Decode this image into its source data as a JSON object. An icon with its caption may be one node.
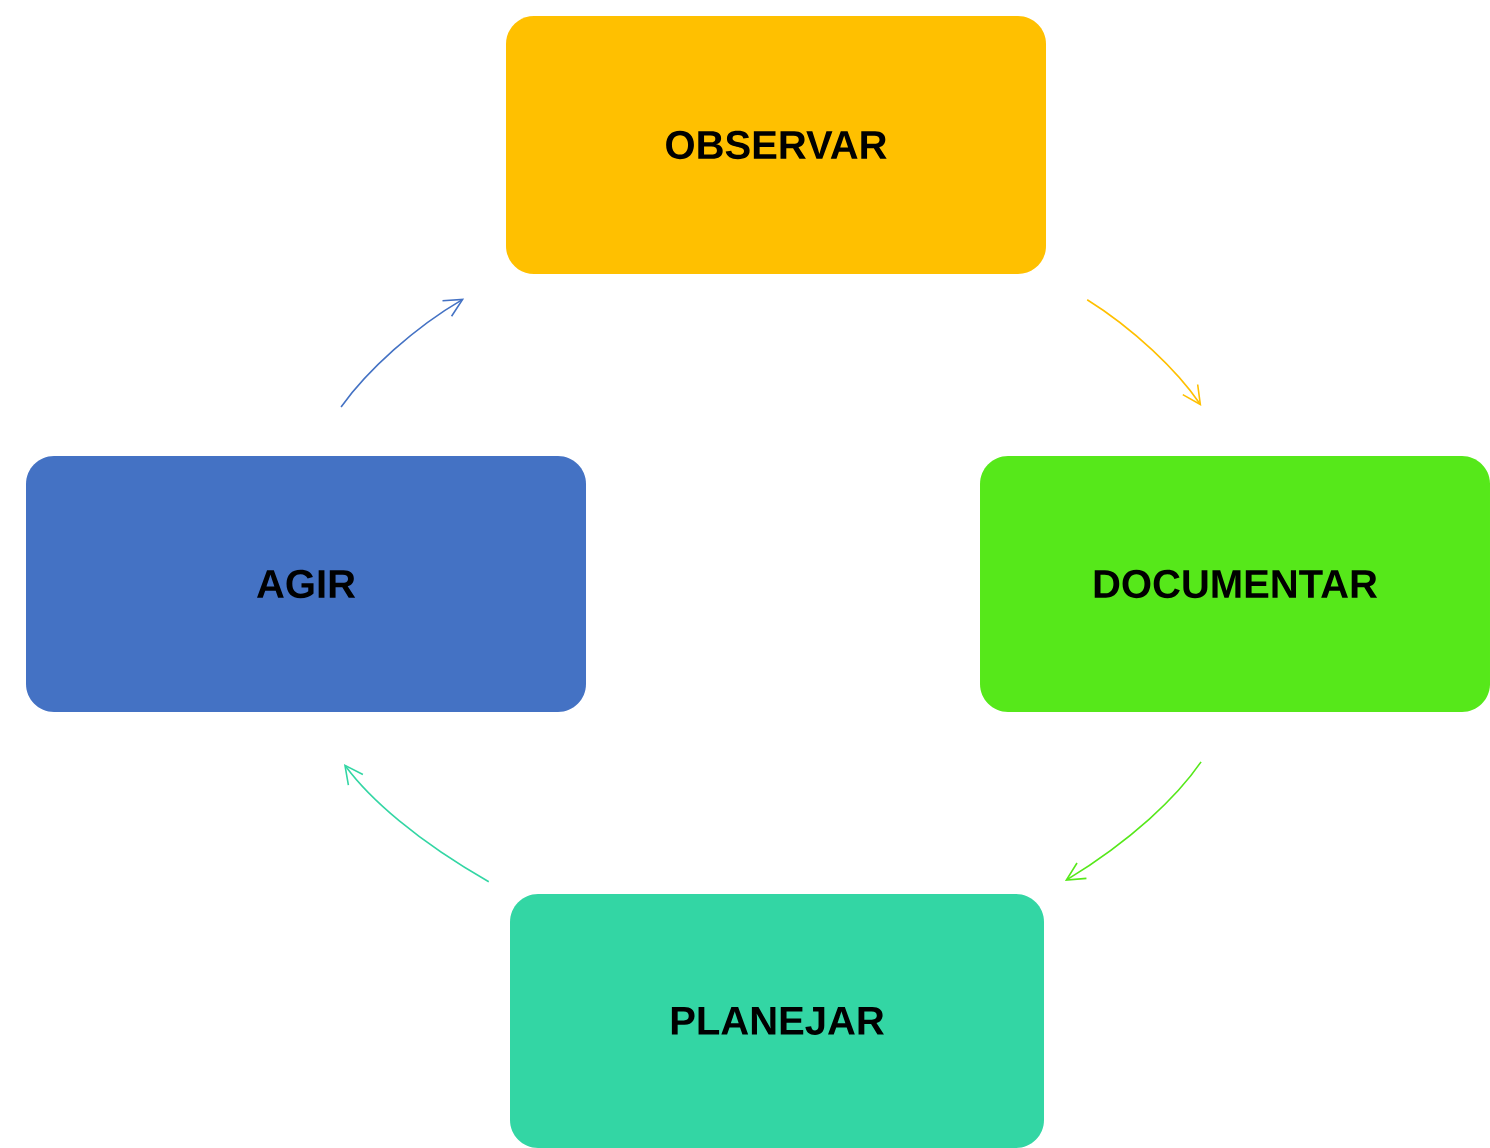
{
  "diagram": {
    "nodes": [
      {
        "text": [
          "OBSERVAR"
        ]
      },
      {
        "text": [
          "DOCUMENTAR"
        ]
      },
      {
        "text": [
          "PLANEJAR"
        ]
      },
      {
        "text": [
          "AGIR"
        ]
      }
    ],
    "edges": [
      {
        "from": 0,
        "to": 1,
        "arrow": "to",
        "color": "#ffc000"
      },
      {
        "from": 1,
        "to": 2,
        "arrow": "to",
        "color": "#56e81a"
      },
      {
        "from": 2,
        "to": 3,
        "arrow": "to",
        "color": "#33d6a4"
      },
      {
        "from": 3,
        "to": 0,
        "arrow": "to",
        "color": "#4472c4"
      }
    ]
  }
}
